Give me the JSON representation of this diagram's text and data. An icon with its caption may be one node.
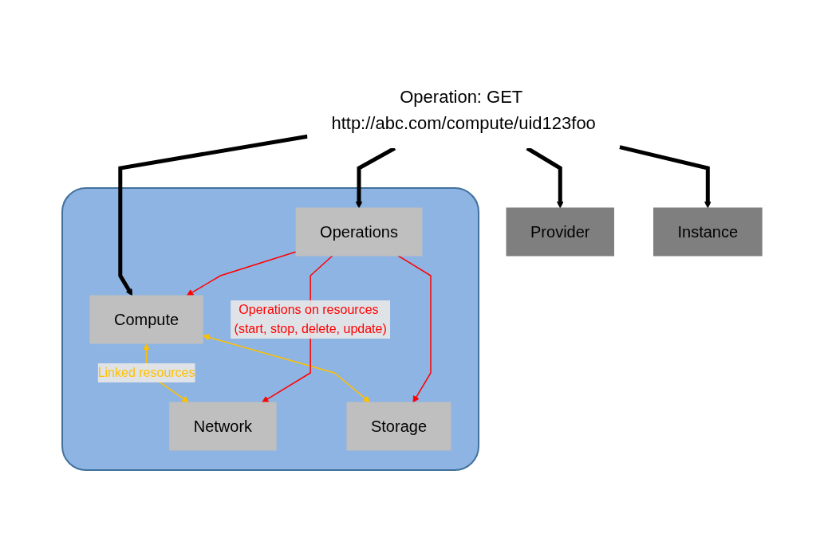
{
  "diagram": {
    "nodes": [
      {
        "text": [
          "Operation: GET http://abc.com/compute/uid123foo"
        ]
      },
      {
        "text": [
          "Provider"
        ]
      },
      {
        "text": [
          "Instance"
        ]
      },
      {
        "text": [],
        "shape": "box"
      },
      {
        "text": [
          "Compute"
        ],
        "in": 3
      },
      {
        "text": [
          "Network"
        ],
        "in": 3
      },
      {
        "text": [
          "Storage"
        ],
        "in": 3
      },
      {
        "text": [
          "Operations"
        ],
        "in": 3
      }
    ],
    "edges": [
      {
        "from": 0,
        "to": 7,
        "arrow": "to",
        "style": "thick"
      },
      {
        "from": 0,
        "to": 1,
        "arrow": "to",
        "style": "thick"
      },
      {
        "from": 0,
        "to": 4,
        "arrow": "to",
        "style": "thick"
      },
      {
        "from": 0,
        "to": 2,
        "arrow": "to",
        "style": "thick"
      },
      {
        "from": 4,
        "to": 5,
        "arrow": "both",
        "color": "#ffc000",
        "label": "Linked resources"
      },
      {
        "from": 4,
        "to": 6,
        "arrow": "both",
        "color": "#ffc000"
      },
      {
        "from": 7,
        "to": 4,
        "arrow": "to",
        "color": "#ff0000"
      },
      {
        "from": 7,
        "to": 5,
        "arrow": "to",
        "color": "#ff0000",
        "label": "Operations on resources (start, stop, delete, update)"
      },
      {
        "from": 7,
        "to": 6,
        "arrow": "to",
        "color": "#ff0000"
      }
    ]
  }
}
